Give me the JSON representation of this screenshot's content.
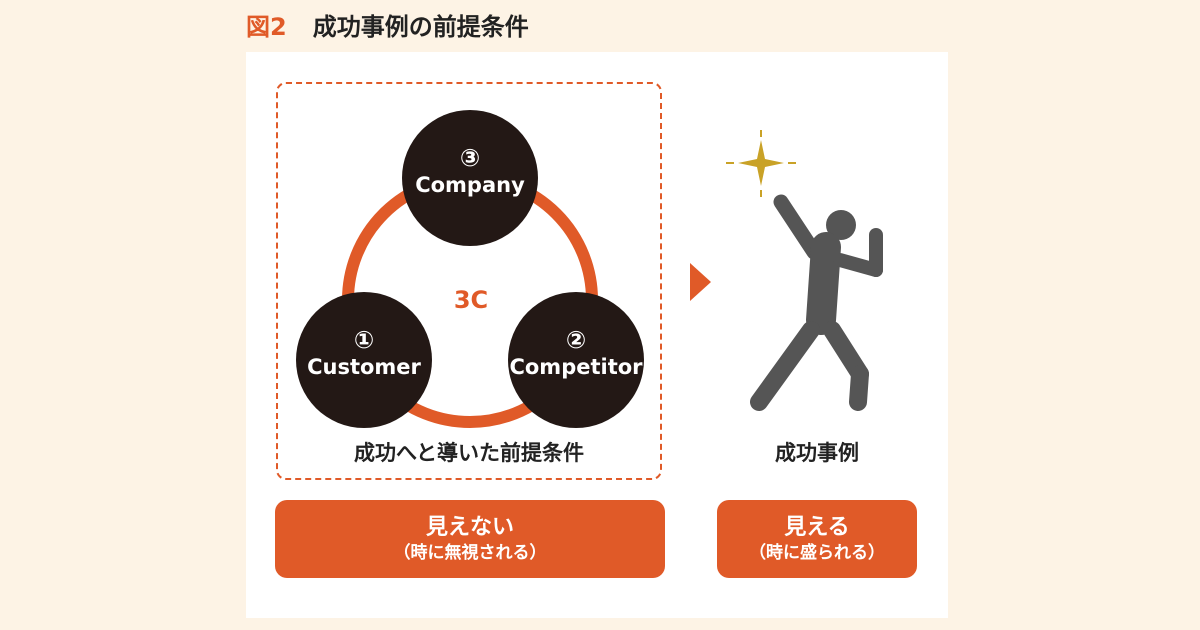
{
  "figure": {
    "number": "図2",
    "title": "成功事例の前提条件"
  },
  "diagram": {
    "center_label": "3C",
    "circles": [
      {
        "number": "③",
        "name": "Company"
      },
      {
        "number": "①",
        "name": "Customer"
      },
      {
        "number": "②",
        "name": "Competitor"
      }
    ],
    "left_caption": "成功へと導いた前提条件",
    "right_caption": "成功事例"
  },
  "pills": {
    "left": {
      "main": "見えない",
      "sub": "（時に無視される）"
    },
    "right": {
      "main": "見える",
      "sub": "（時に盛られる）"
    }
  },
  "colors": {
    "accent": "#e05a28",
    "circle_fill": "#231815",
    "figure_gray": "#555555",
    "sparkle": "#c9a227",
    "background": "#fdf3e5"
  },
  "icons": {
    "arrow": "triangle-arrow-right-icon",
    "sparkle": "sparkle-icon",
    "person": "celebrating-person-icon"
  }
}
